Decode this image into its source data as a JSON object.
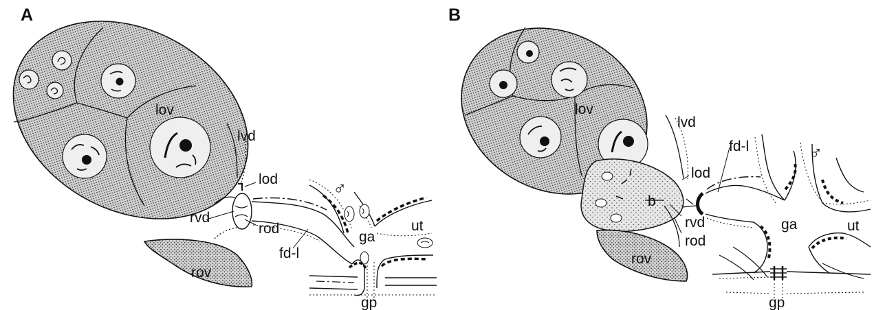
{
  "figure": {
    "panels": [
      {
        "letter": "A",
        "labels": {
          "lov": "lov",
          "lvd": "lvd",
          "lod": "lod",
          "rvd": "rvd",
          "rod": "rod",
          "fd_l": "fd-l",
          "ga": "ga",
          "ut": "ut",
          "rov": "rov",
          "gp": "gp",
          "male": "♂"
        }
      },
      {
        "letter": "B",
        "labels": {
          "lov": "lov",
          "lvd": "lvd",
          "lod": "lod",
          "fd_l": "fd-l",
          "b": "b",
          "rvd": "rvd",
          "rod": "rod",
          "ga": "ga",
          "ut": "ut",
          "rov": "rov",
          "gp": "gp",
          "male": "♂"
        }
      }
    ]
  }
}
